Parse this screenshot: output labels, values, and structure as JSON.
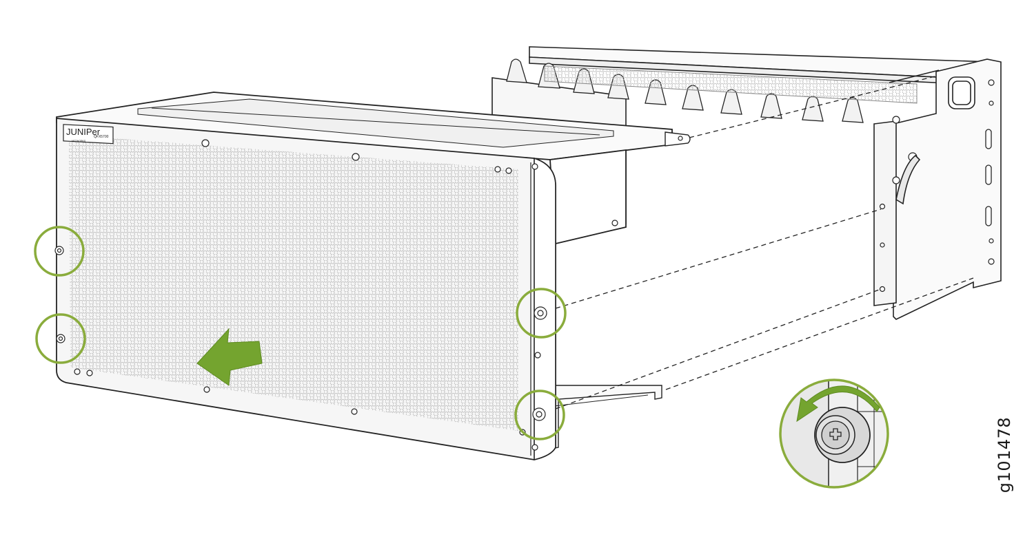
{
  "figure_id": "g101478",
  "brand": {
    "logo_text": "JUNIPer",
    "sub_text": "NETWORKS",
    "model_text": "QFX5700"
  },
  "colors": {
    "callout_green": "#8aac3c",
    "arrow_green": "#74a42f",
    "line": "#222222",
    "panel_fill": "#f4f4f4",
    "hole_stroke": "#b0b0b0"
  },
  "callouts": [
    {
      "name": "left-upper-screw"
    },
    {
      "name": "left-lower-screw"
    },
    {
      "name": "right-upper-screw"
    },
    {
      "name": "right-lower-screw"
    },
    {
      "name": "screw-detail-magnified"
    }
  ],
  "icons": [
    "removal-direction-arrow-icon",
    "counterclockwise-rotation-arrow-icon",
    "captive-screw-icon"
  ]
}
